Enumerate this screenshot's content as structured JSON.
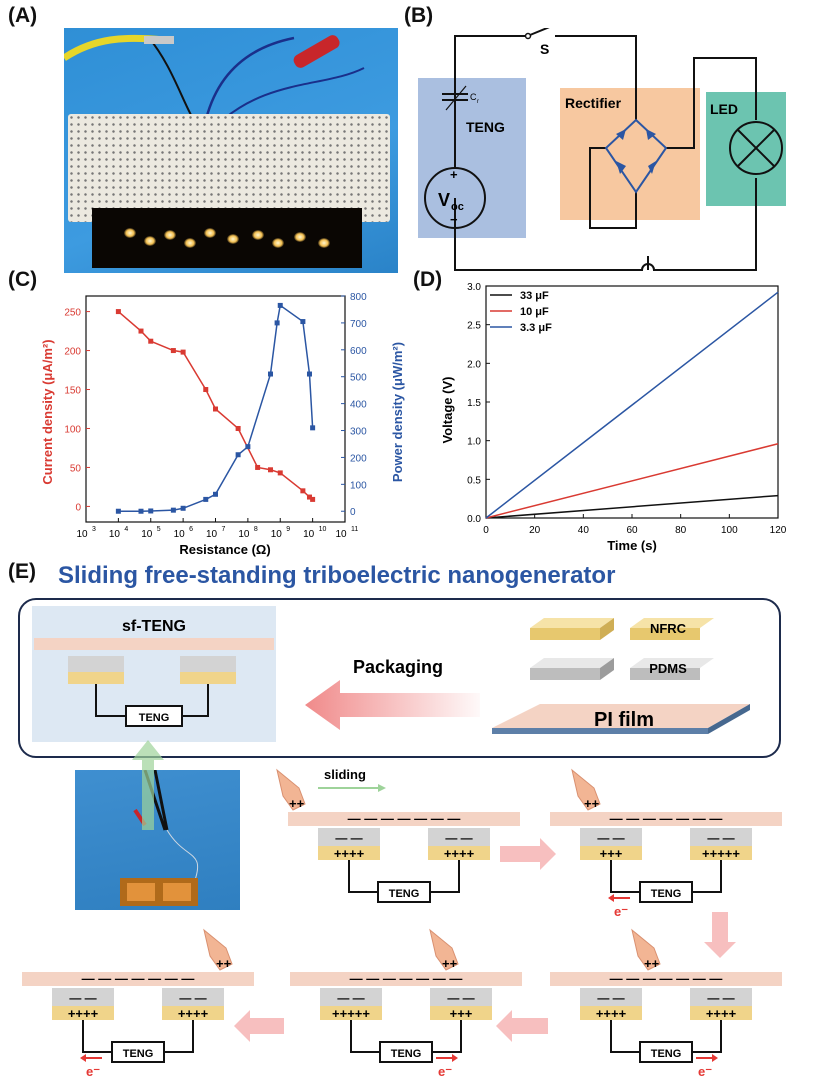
{
  "panels": {
    "a": "(A)",
    "b": "(B)",
    "c": "(C)",
    "d": "(D)",
    "e": "(E)"
  },
  "circuit": {
    "switch": "S",
    "cap": "C",
    "cap_sub": "r",
    "teng": "TENG",
    "voc_main": "V",
    "voc_sub": "oc",
    "plus": "+",
    "minus": "−",
    "rectifier": "Rectifier",
    "led": "LED"
  },
  "chart_c": {
    "type": "line",
    "xlabel": "Resistance (Ω)",
    "ylabel_left": "Current density (μA/m²)",
    "ylabel_right": "Power density (μW/m²)",
    "xticks_exp": [
      "3",
      "4",
      "5",
      "6",
      "7",
      "8",
      "9",
      "10",
      "11"
    ],
    "yticks_left": [
      "0",
      "50",
      "100",
      "150",
      "200",
      "250"
    ],
    "yticks_right": [
      "0",
      "100",
      "200",
      "300",
      "400",
      "500",
      "600",
      "700",
      "800"
    ],
    "current_color": "#d93a32",
    "power_color": "#2b56a3"
  },
  "chart_d": {
    "type": "line",
    "xlabel": "Time (s)",
    "ylabel": "Voltage (V)",
    "xticks": [
      "0",
      "20",
      "40",
      "60",
      "80",
      "100",
      "120"
    ],
    "yticks": [
      "0.0",
      "0.5",
      "1.0",
      "1.5",
      "2.0",
      "2.5",
      "3.0"
    ],
    "legend": [
      "33 μF",
      "10 μF",
      "3.3 μF"
    ],
    "colors": [
      "#111111",
      "#d93a32",
      "#2b56a3"
    ]
  },
  "chart_data": [
    {
      "type": "line",
      "xlabel": "Resistance (Ω)",
      "ylabel": "Current density (μA/m²)",
      "y2label": "Power density (μW/m²)",
      "xscale": "log",
      "xlim": [
        1000,
        100000000000
      ],
      "ylim": [
        -20,
        270
      ],
      "y2lim": [
        -40,
        800
      ],
      "series": [
        {
          "values": [
            [
              10000,
              250
            ],
            [
              50000,
              225
            ],
            [
              100000,
              212
            ],
            [
              500000,
              200
            ],
            [
              1000000,
              198
            ],
            [
              5000000,
              150
            ],
            [
              10000000,
              125
            ],
            [
              50000000,
              100
            ],
            [
              200000000,
              50
            ],
            [
              500000000,
              47
            ],
            [
              1000000000,
              43
            ],
            [
              5000000000,
              20
            ],
            [
              8000000000,
              12
            ],
            [
              10000000000,
              9
            ]
          ]
        },
        {
          "axis": "right",
          "values": [
            [
              10000,
              0
            ],
            [
              50000,
              0
            ],
            [
              100000,
              1
            ],
            [
              500000,
              4
            ],
            [
              1000000,
              11
            ],
            [
              5000000,
              44
            ],
            [
              10000000,
              63
            ],
            [
              50000000,
              210
            ],
            [
              100000000,
              240
            ],
            [
              500000000,
              510
            ],
            [
              800000000,
              700
            ],
            [
              1000000000,
              765
            ],
            [
              5000000000,
              705
            ],
            [
              8000000000,
              510
            ],
            [
              10000000000,
              310
            ]
          ]
        }
      ]
    },
    {
      "type": "line",
      "xlabel": "Time (s)",
      "ylabel": "Voltage (V)",
      "xlim": [
        0,
        120
      ],
      "ylim": [
        0,
        3.0
      ],
      "series": [
        {
          "name": "33 μF",
          "values": [
            [
              0,
              0
            ],
            [
              120,
              0.29
            ]
          ]
        },
        {
          "name": "10 μF",
          "values": [
            [
              0,
              0
            ],
            [
              120,
              0.96
            ]
          ]
        },
        {
          "name": "3.3 μF",
          "values": [
            [
              0,
              0
            ],
            [
              120,
              2.92
            ]
          ]
        }
      ]
    }
  ],
  "panel_e": {
    "title": "Sliding free-standing triboelectric nanogenerator",
    "sf_teng": "sf-TENG",
    "teng": "TENG",
    "packaging": "Packaging",
    "nfrc": "NFRC",
    "pdms": "PDMS",
    "pi_film": "PI film",
    "sliding": "sliding",
    "electron": "e⁻",
    "hand_charge": "++",
    "states": [
      {
        "top": "—  —  —  —  —  —  —",
        "left_top": "— —",
        "left_bot": "++++",
        "right_top": "— —",
        "right_bot": "++++"
      },
      {
        "top": "—  —  —  —  —  —  —",
        "left_top": "— —",
        "left_bot": "+++",
        "right_top": "— —",
        "right_bot": "+++++"
      },
      {
        "top": "—  —  —  —  —  —  —",
        "left_top": "— —",
        "left_bot": "++++",
        "right_top": "— —",
        "right_bot": "++++"
      },
      {
        "top": "—  —  —  —  —  —  —",
        "left_top": "— —",
        "left_bot": "+++++",
        "right_top": "— —",
        "right_bot": "+++"
      },
      {
        "top": "—  —  —  —  —  —  —",
        "left_top": "— —",
        "left_bot": "++++",
        "right_top": "— —",
        "right_bot": "++++"
      }
    ]
  },
  "colors": {
    "teng_box": "#aabfe0",
    "rectifier_box": "#f7c8a0",
    "led_box": "#6cc4b0",
    "title_blue": "#2b56a3",
    "arrow_pink": "#f08a8a",
    "skin": "#f4d3c4",
    "gray_layer": "#d3d3d3",
    "gold_layer": "#f0d48a"
  }
}
